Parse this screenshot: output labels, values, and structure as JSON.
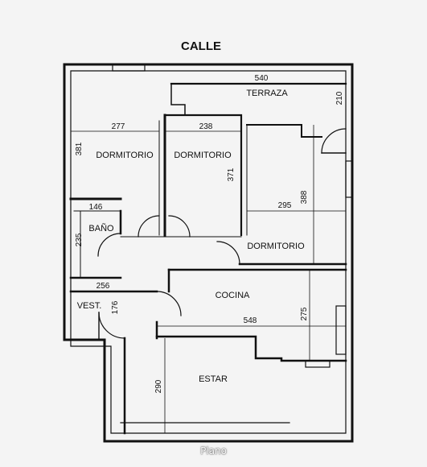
{
  "street": "CALLE",
  "rooms": {
    "terraza": "TERRAZA",
    "dormitorio_1": "DORMITORIO",
    "dormitorio_2": "DORMITORIO",
    "dormitorio_3": "DORMITORIO",
    "bano": "BAÑO",
    "vestibulo": "VEST.",
    "cocina": "COCINA",
    "estar": "ESTAR"
  },
  "dimensions": {
    "terraza_width": "540",
    "terraza_depth": "210",
    "dorm1_width": "277",
    "dorm1_depth": "381",
    "dorm2_width": "238",
    "dorm2_depth": "371",
    "dorm3_width": "295",
    "dorm3_depth": "388",
    "bano_width": "146",
    "bano_depth": "235",
    "vest_width": "256",
    "vest_depth": "176",
    "cocina_width": "548",
    "cocina_depth": "275",
    "estar_depth": "290"
  },
  "caption": "Plano",
  "colors": {
    "line": "#111111",
    "background": "#f4f4f4",
    "caption": "#ffffff"
  }
}
